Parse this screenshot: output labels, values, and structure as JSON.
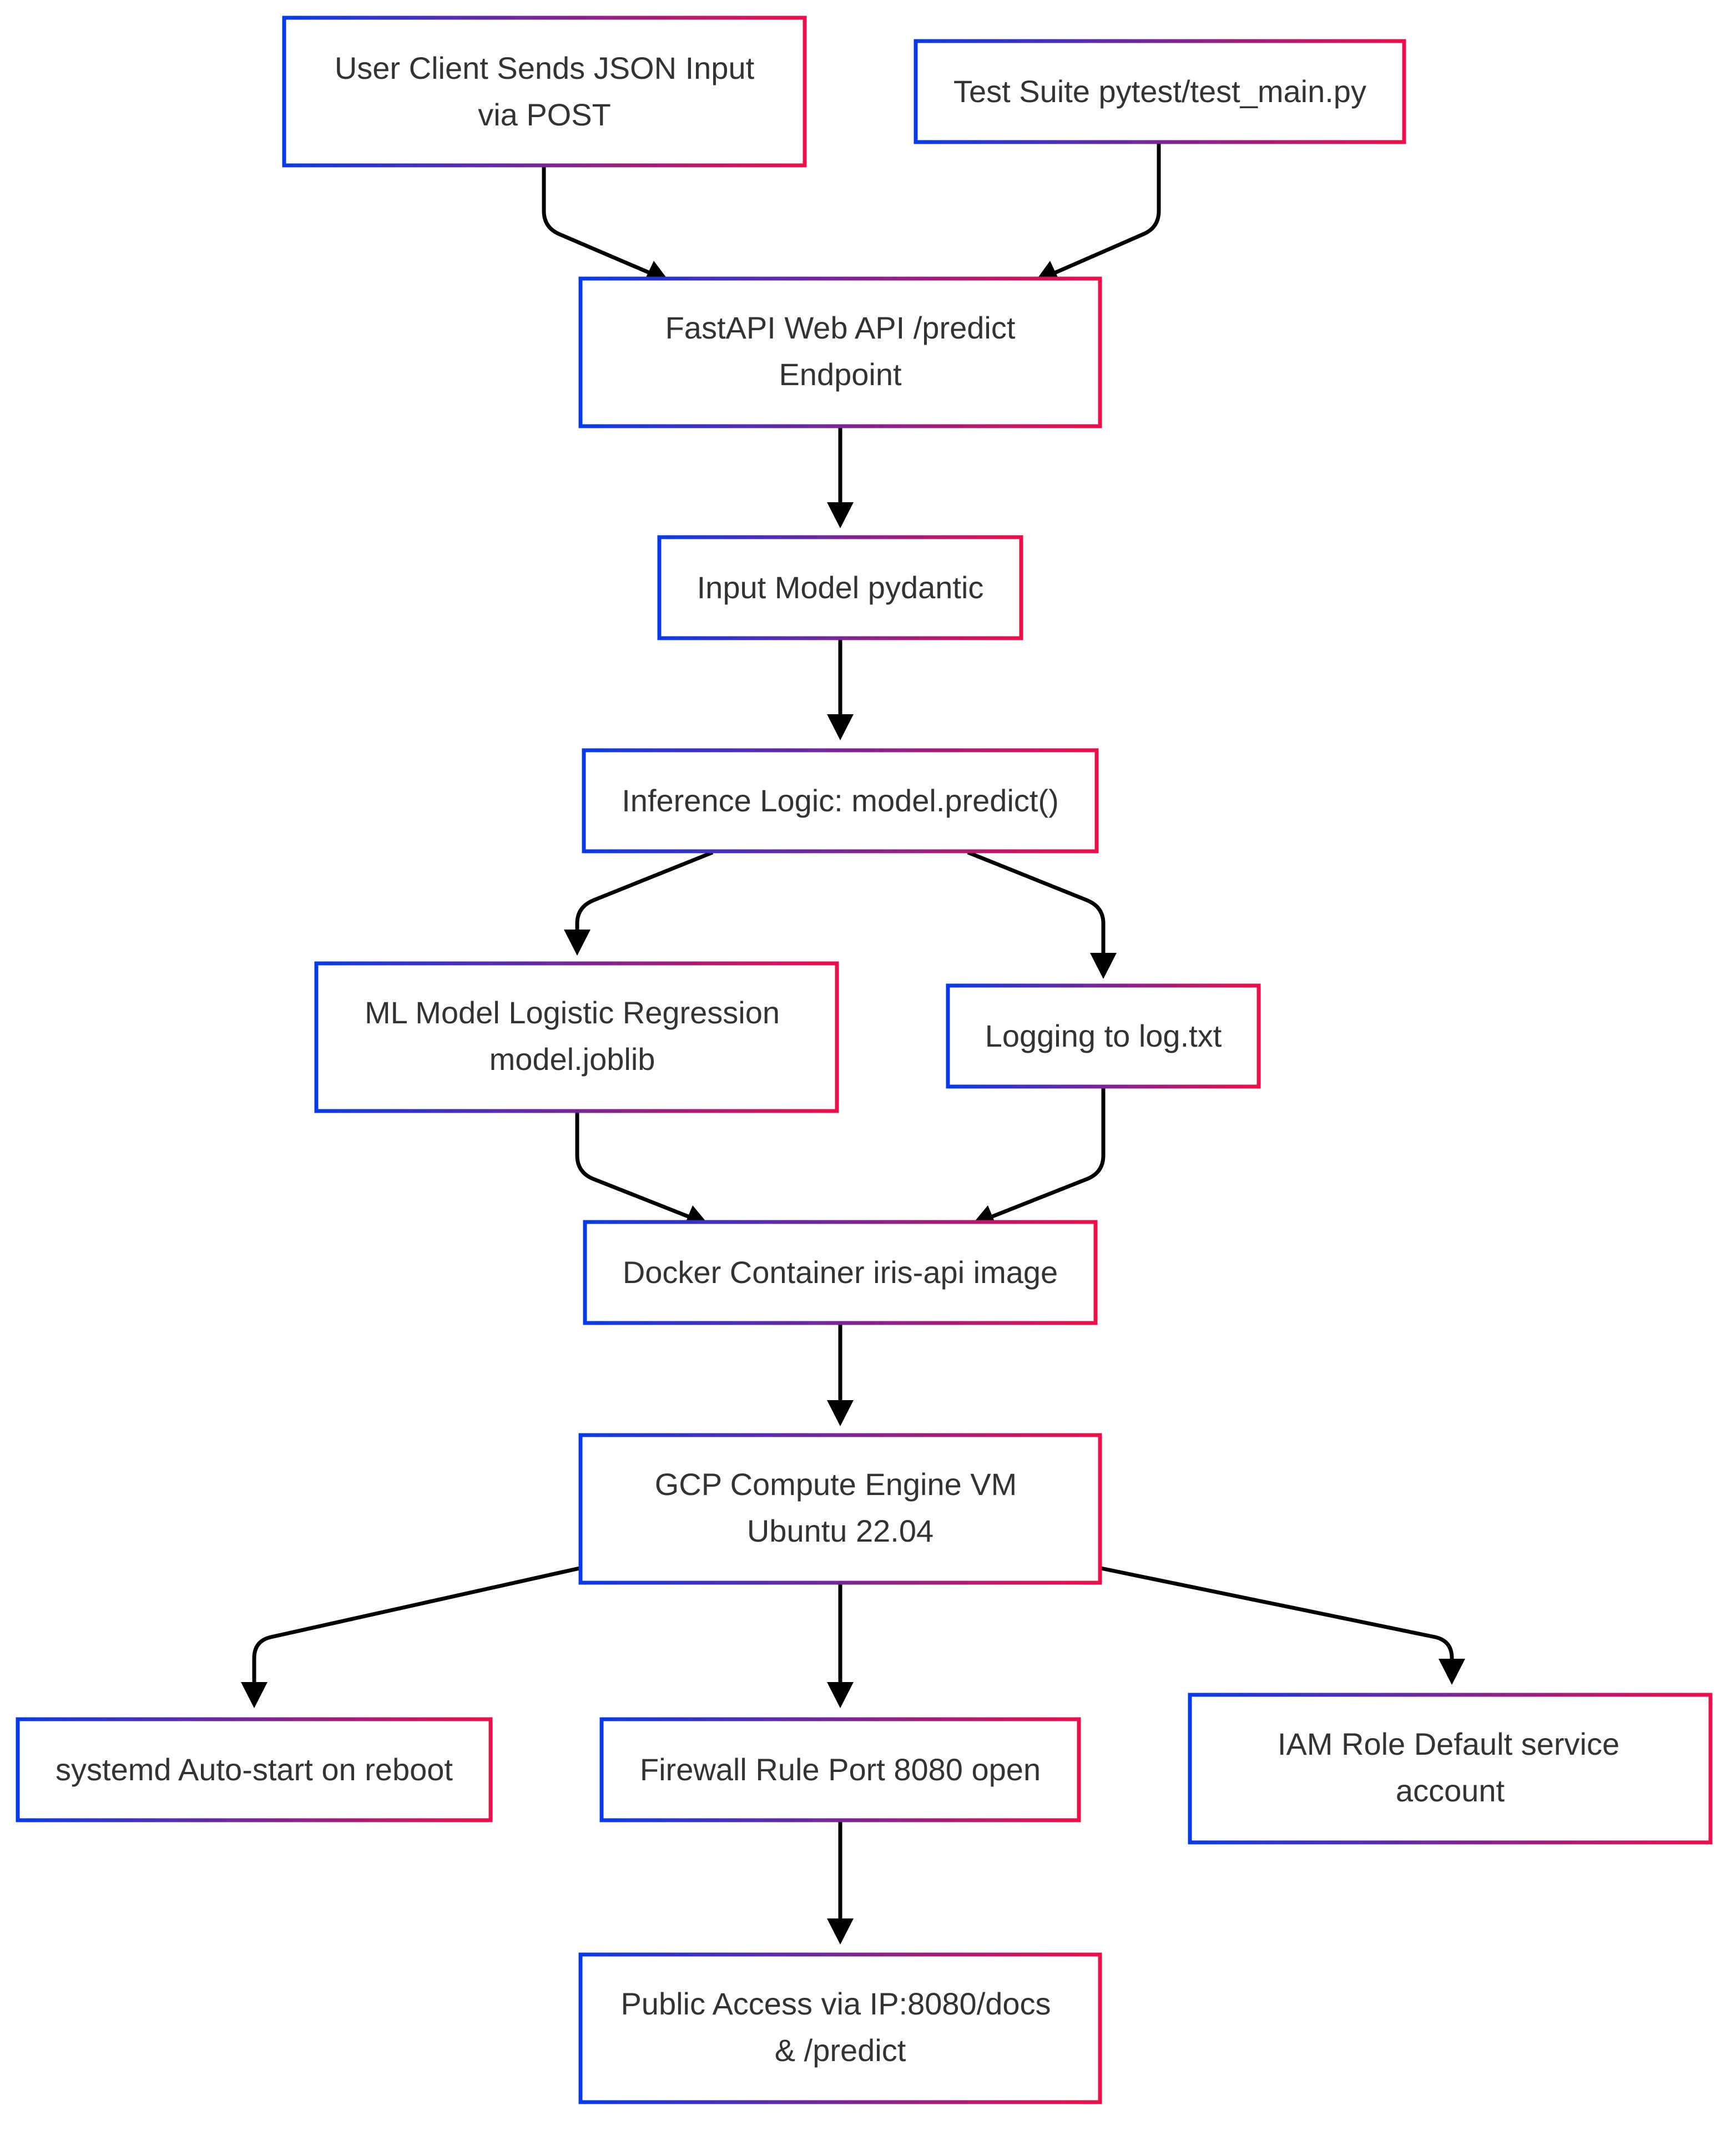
{
  "colors": {
    "border_start": "#0a3be0",
    "border_end": "#e8124a",
    "arrow": "#000000",
    "text": "#333333",
    "background": "#ffffff"
  },
  "nodes": {
    "user_client": {
      "lines": [
        "User Client Sends JSON Input",
        "via POST"
      ]
    },
    "test_suite": {
      "lines": [
        "Test Suite pytest/test_main.py"
      ]
    },
    "fastapi": {
      "lines": [
        "FastAPI Web API /predict",
        "Endpoint"
      ]
    },
    "input_model": {
      "lines": [
        "Input Model pydantic"
      ]
    },
    "inference": {
      "lines": [
        "Inference Logic: model.predict()"
      ]
    },
    "ml_model": {
      "lines": [
        "ML Model Logistic Regression",
        "model.joblib"
      ]
    },
    "logging": {
      "lines": [
        "Logging to log.txt"
      ]
    },
    "docker": {
      "lines": [
        "Docker Container iris-api image"
      ]
    },
    "gcp_vm": {
      "lines": [
        "GCP Compute Engine VM",
        "Ubuntu 22.04"
      ]
    },
    "systemd": {
      "lines": [
        "systemd Auto-start on reboot"
      ]
    },
    "firewall": {
      "lines": [
        "Firewall Rule Port 8080 open"
      ]
    },
    "iam": {
      "lines": [
        "IAM Role Default service",
        "account"
      ]
    },
    "public_access": {
      "lines": [
        "Public Access via IP:8080/docs",
        "& /predict"
      ]
    }
  },
  "edges": [
    {
      "from": "user_client",
      "to": "fastapi"
    },
    {
      "from": "test_suite",
      "to": "fastapi"
    },
    {
      "from": "fastapi",
      "to": "input_model"
    },
    {
      "from": "input_model",
      "to": "inference"
    },
    {
      "from": "inference",
      "to": "ml_model"
    },
    {
      "from": "inference",
      "to": "logging"
    },
    {
      "from": "ml_model",
      "to": "docker"
    },
    {
      "from": "logging",
      "to": "docker"
    },
    {
      "from": "docker",
      "to": "gcp_vm"
    },
    {
      "from": "gcp_vm",
      "to": "systemd"
    },
    {
      "from": "gcp_vm",
      "to": "firewall"
    },
    {
      "from": "gcp_vm",
      "to": "iam"
    },
    {
      "from": "firewall",
      "to": "public_access"
    }
  ]
}
